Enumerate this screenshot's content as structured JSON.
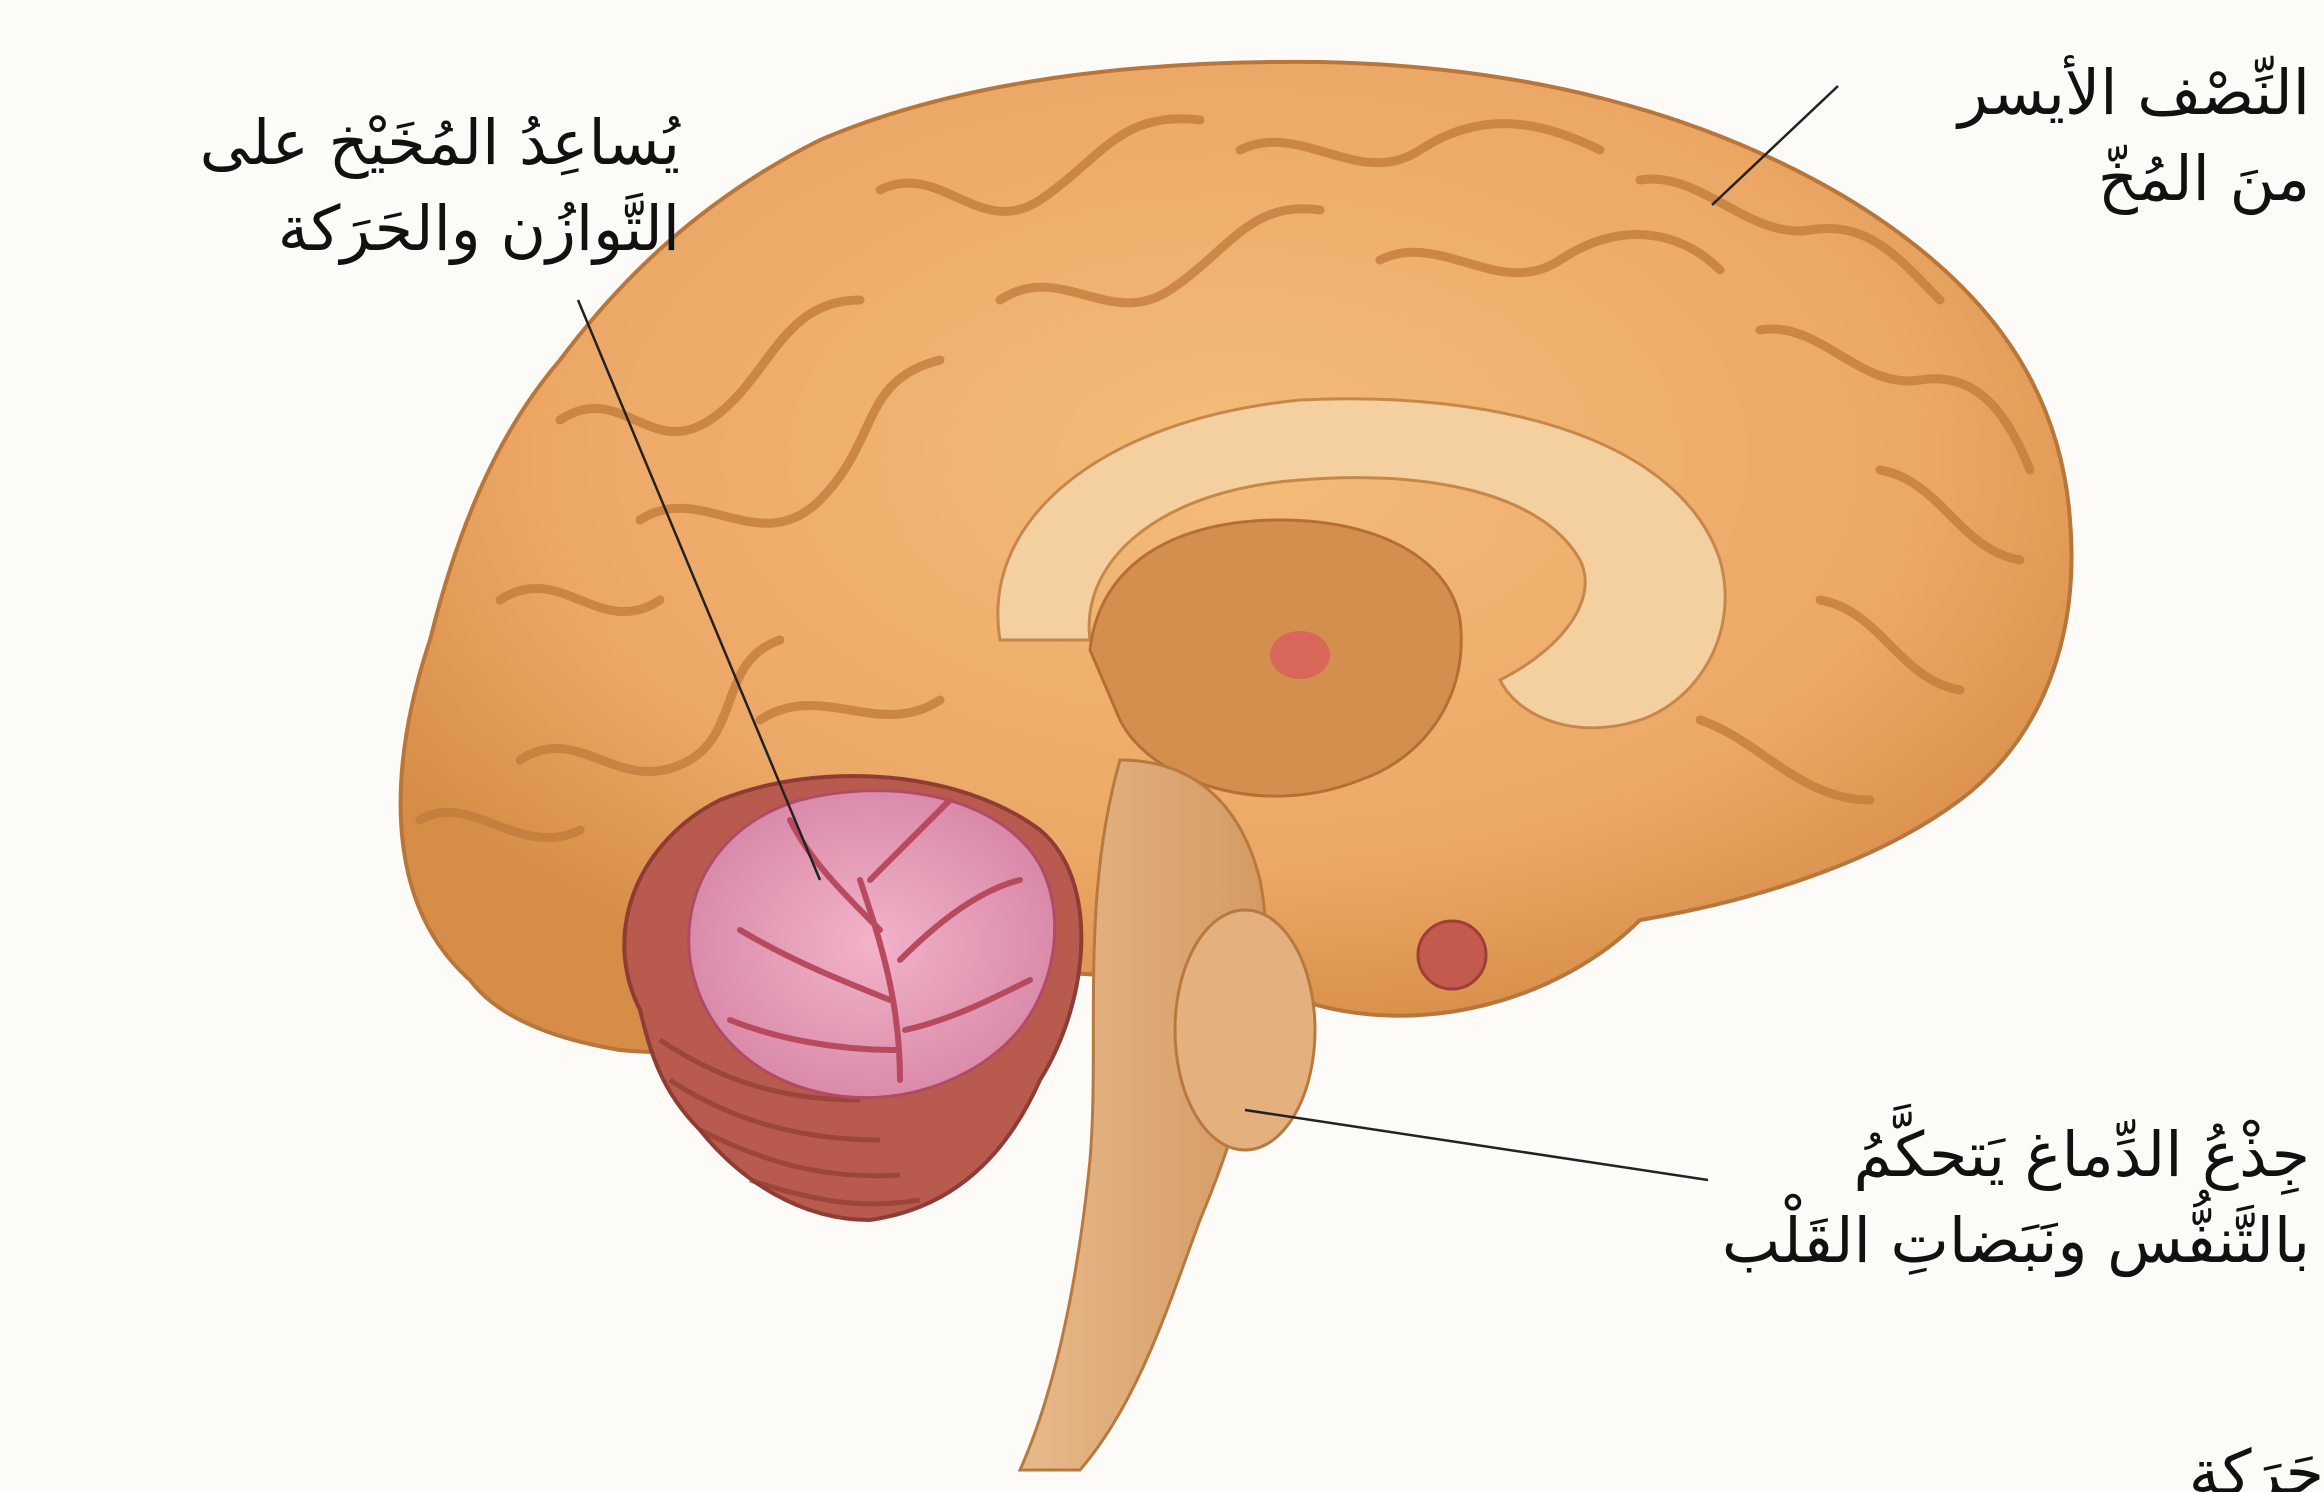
{
  "labels": {
    "cerebellum": {
      "line1": "يُساعِدُ المُخَيْخ على",
      "line2": "التَّوازُن والحَرَكة"
    },
    "left_hemisphere": {
      "line1": "النِّصْف الأيسر",
      "line2": "منَ المُخّ"
    },
    "brainstem": {
      "line1": "جِذْعُ الدِّماغ يَتحكَّمُ",
      "line2": "بالتَّنفُّس ونَبَضاتِ القَلْب"
    },
    "cropped_fragment": "حَرَكة"
  },
  "colors": {
    "background": "#fdfbf8",
    "cerebrum": "#eeac6a",
    "cerebrum_shadow": "#c9803f",
    "inner_section": "#f4cfa0",
    "cerebellum_outer": "#b85a4e",
    "cerebellum_inner": "#e59ab8",
    "arbor": "#b74a5e",
    "brainstem": "#e6b27c",
    "structure_red": "#c45a4e",
    "leader_line": "#222222"
  }
}
